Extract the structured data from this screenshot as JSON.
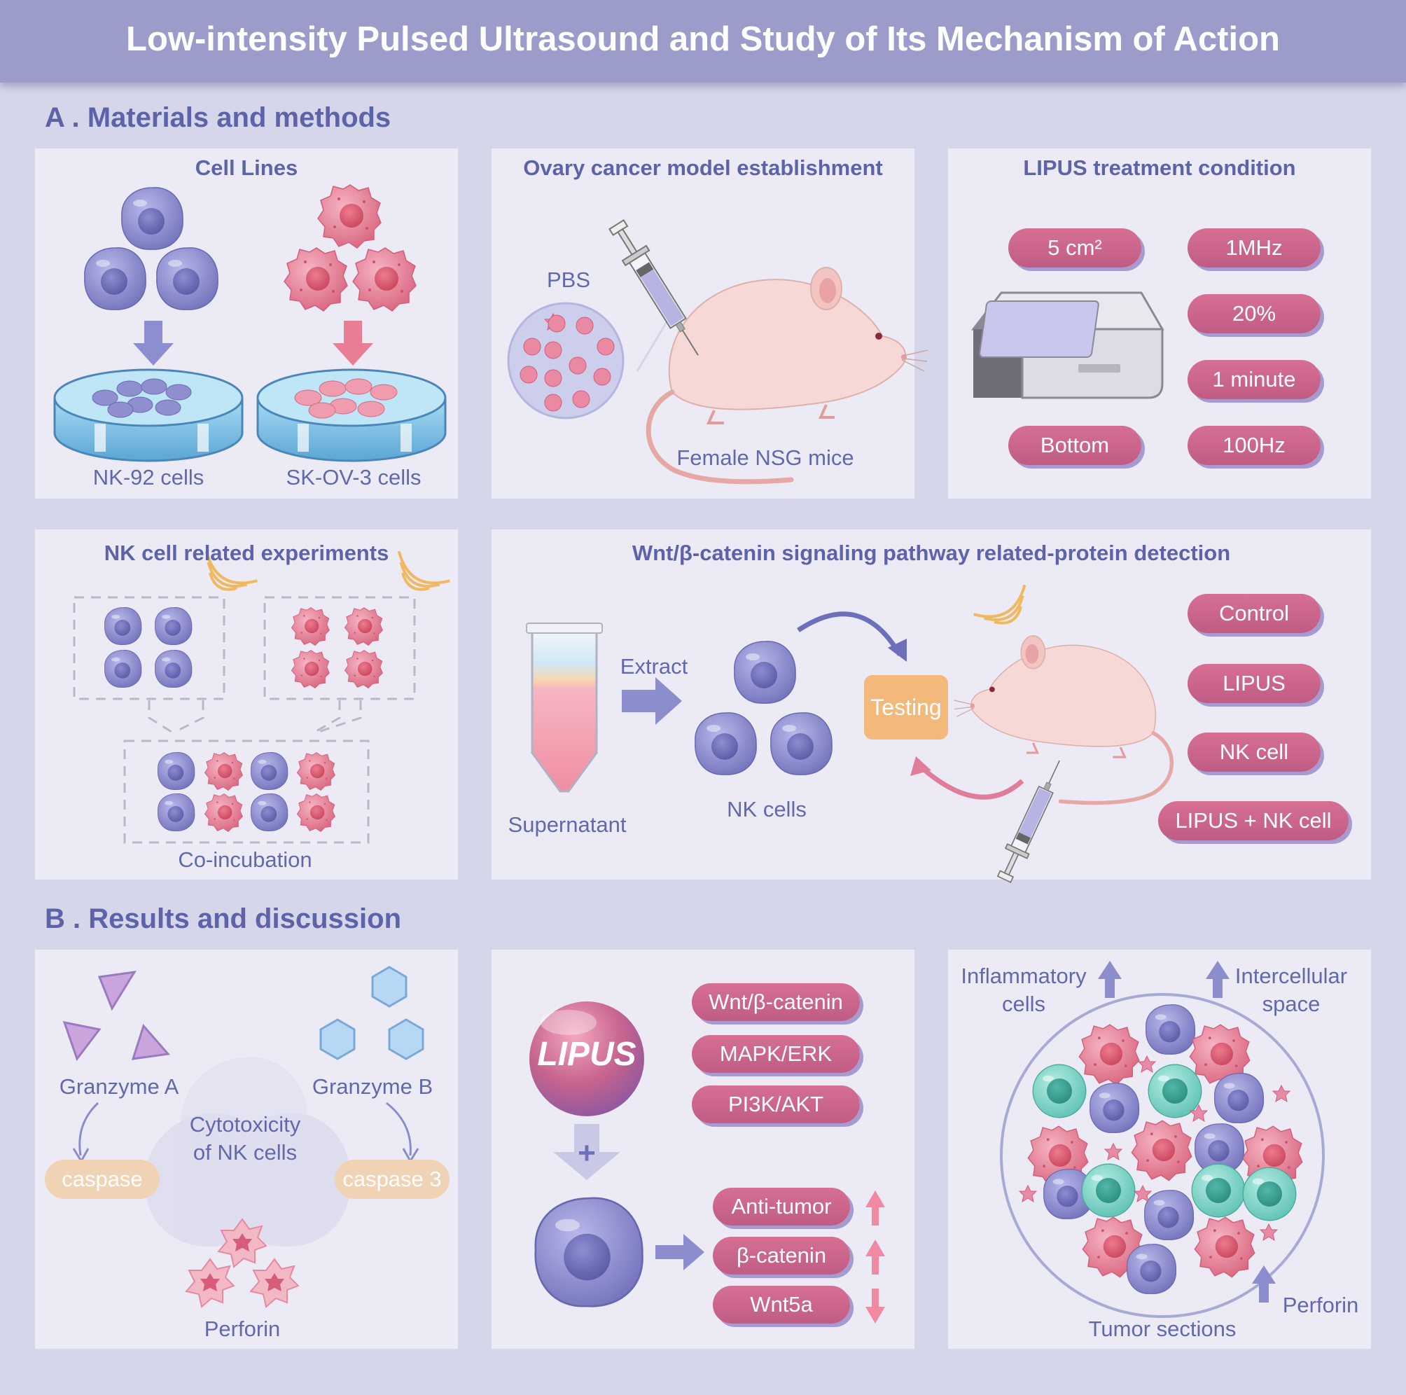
{
  "title": "Low-intensity Pulsed Ultrasound and Study of Its Mechanism of Action",
  "sections": {
    "a": "A . Materials and methods",
    "b": "B .  Results and discussion"
  },
  "panels": {
    "cell_lines": {
      "title": "Cell Lines",
      "left_label": "NK-92 cells",
      "right_label": "SK-OV-3 cells"
    },
    "ovary": {
      "title": "Ovary cancer model establishment",
      "pbs": "PBS",
      "mice": "Female NSG mice"
    },
    "lipus": {
      "title": "LIPUS treatment condition",
      "params": [
        "5 cm²",
        "1MHz",
        "20%",
        "1 minute",
        "Bottom",
        "100Hz"
      ]
    },
    "nk_exp": {
      "title": "NK cell related experiments",
      "coinc": "Co-incubation"
    },
    "wnt": {
      "title": "Wnt/β-catenin signaling pathway related-protein detection",
      "supernatant": "Supernatant",
      "extract": "Extract",
      "nk_cells": "NK cells",
      "testing": "Testing",
      "groups": [
        "Control",
        "LIPUS",
        "NK cell",
        "LIPUS + NK cell"
      ]
    },
    "cyto": {
      "granzyme_a": "Granzyme A",
      "granzyme_b": "Granzyme B",
      "center": [
        "Cytotoxicity",
        "of NK cells"
      ],
      "caspase": "caspase",
      "caspase3": "caspase 3",
      "perforin": "Perforin"
    },
    "mech": {
      "lipus": "LIPUS",
      "pathways": [
        "Wnt/β-catenin",
        "MAPK/ERK",
        "PI3K/AKT"
      ],
      "plus": "+",
      "results": [
        "Anti-tumor",
        "β-catenin",
        "Wnt5a"
      ]
    },
    "tumor": {
      "inflam": [
        "Inflammatory",
        "cells"
      ],
      "inter": [
        "Intercellular",
        "space"
      ],
      "perforin": "Perforin",
      "sections": "Tumor sections"
    }
  },
  "colors": {
    "banner": "#9c9ccb",
    "heading": "#5d63a8",
    "pill": "#c9668c",
    "nk_cell": "#8585c8",
    "cancer_cell": "#e2728f",
    "teal_cell": "#5cc2b4",
    "orange": "#f3b97b"
  }
}
